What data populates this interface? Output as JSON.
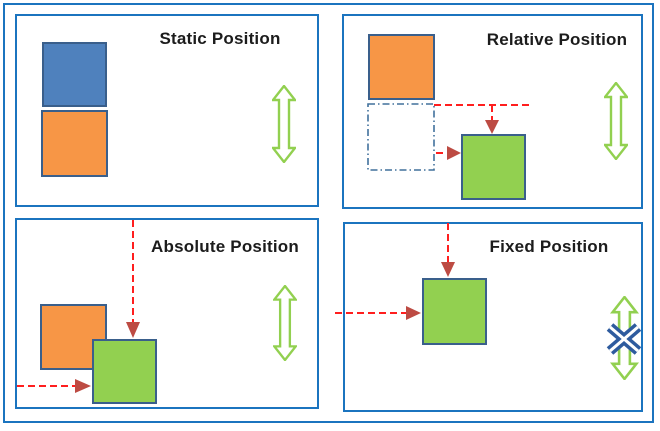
{
  "diagram": {
    "type": "css-positioning-diagram",
    "panels": [
      {
        "id": "static",
        "title": "Static Position"
      },
      {
        "id": "relative",
        "title": "Relative Position"
      },
      {
        "id": "absolute",
        "title": "Absolute Position"
      },
      {
        "id": "fixed",
        "title": "Fixed Position"
      }
    ],
    "icons": {
      "scroll_arrow": "vertical-double-arrow",
      "no_scroll": "blue-x-cross-over-arrow",
      "offset_arrow": "red-dashed-arrow",
      "ghost_box": "dash-dot-placeholder-square"
    },
    "colors": {
      "panel_border": "#1b74bf",
      "square_outline": "#3a5f8b",
      "blue_square": "#4f81bd",
      "orange_square": "#f79646",
      "green_square": "#92d050",
      "scroll_arrow_green": "#92d050",
      "offset_line_red": "#ff1f1f",
      "arrowhead_red": "#bd4b43",
      "ghost_outline": "#41719c",
      "no_scroll_blue": "#2e5b9e",
      "title_text": "#1c1c1c"
    }
  }
}
